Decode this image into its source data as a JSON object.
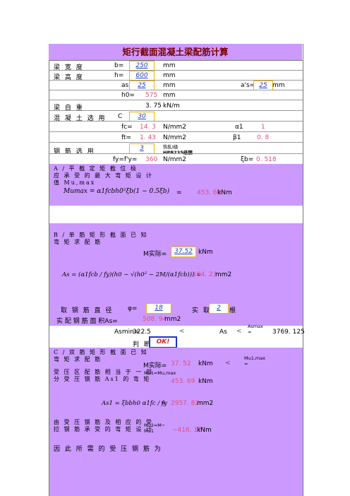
{
  "title": "矩行截面混凝土梁配筋计算",
  "rows": {
    "width": {
      "label": "梁 宽 度",
      "sym": "b=",
      "value": "250",
      "unit": "mm"
    },
    "height": {
      "label": "梁 高 度",
      "sym": "h=",
      "value": "600",
      "unit": "mm"
    },
    "as": {
      "sym": "as=",
      "value": "25",
      "unit": "mm",
      "sym2": "a's=",
      "value2": "25",
      "unit2": "mm"
    },
    "h0": {
      "sym": "h0=",
      "value": "575",
      "unit": "mm"
    },
    "selfweight": {
      "label": "梁 自 重",
      "value": "3. 75",
      "unit": "kN/m"
    },
    "concrete": {
      "label": "混 凝 土 选 用",
      "sym": "C",
      "value": "30"
    },
    "fc": {
      "sym": "fc=",
      "value": "14. 3",
      "unit": "N/mm2",
      "sym2": "α1",
      "value2": "1"
    },
    "ft": {
      "sym": "ft=",
      "value": "1. 43",
      "unit": "N/mm2",
      "sym2": "β1",
      "value2": "0. 8"
    },
    "steel": {
      "label": "钢 筋 选 用",
      "value": "3",
      "note1": "热轧Ⅰ级",
      "note2": "HPB235级钢"
    },
    "fy": {
      "sym": "fy=f'y=",
      "value": "360",
      "unit": "N/mm2",
      "sym2": "ξb=",
      "value2": "0. 518"
    }
  },
  "secA": {
    "title": "A / 平 截 定 矩 截 位 极\n应 承 受 的 最 大 弯 矩 设 计\n值 Mu,max",
    "formula": "Mumax = α1fcbh0²ξb(1 − 0.5ξb)",
    "eq": "=",
    "value": "453. 69",
    "unit": "kNm"
  },
  "secB": {
    "title": "B / 单 筋 矩 形 截 面 已 知\n弯 矩 求 配 筋",
    "m_label": "M实际=",
    "m_value": "37.52",
    "m_unit": "kNm",
    "formula": "As = (α1fcb / fy)(h0 − √(h0² − 2M/(α1fcb))) =",
    "value": "184. 23",
    "unit": "mm2"
  },
  "bars": {
    "label": "取 钢 筋 直 径",
    "sym": "φ=",
    "value": "18",
    "label2": "实 取",
    "count": "2",
    "unit2": "根",
    "area_label": "实 配 钢 筋 面 积As=",
    "area_value": "508. 94",
    "area_unit": "mm2"
  },
  "check": {
    "asmin_label": "Asmin=",
    "asmin_value": "322.5",
    "lt1": "<",
    "as": "As",
    "lt2": "<",
    "asmax_label": "Asmax\n=",
    "asmax_value": "3769. 125",
    "judge_label": "判 断:",
    "judge_value": "OK!"
  },
  "secC": {
    "title": "C / 双 筋 矩 形 截 面 已 知\n弯 矩 求 配 筋",
    "m_label": "M实际=",
    "m_value": "37. 52",
    "m_unit": "kNm",
    "lt": "<",
    "m_right": "Mu1,max\n=",
    "row2_label": "受 压 区 配 筋 相 当 于 一 部\n分 受 压 钢 筋 As1 的 弯 矩",
    "mu1_label": "Mu1=Mu,max",
    "mu1_value": "453. 69",
    "mu1_unit": "kNm",
    "as1_formula": "As1 = ξbbh0 α1fc / fy",
    "eq": "=",
    "as1_value": "2957. 82",
    "as1_unit": "mm2",
    "row4_label": "由 受 压 钢 筋 及 相 应 的 受\n拉 钢 筋 承 受 的 弯 矩 设 计",
    "mu2_label": "Mu2=M−\nMu1",
    "mu2_value": "−416. 17",
    "mu2_unit": "kNm",
    "row5_label": "因 此 所 需 的 受 压 钢 筋 为"
  }
}
